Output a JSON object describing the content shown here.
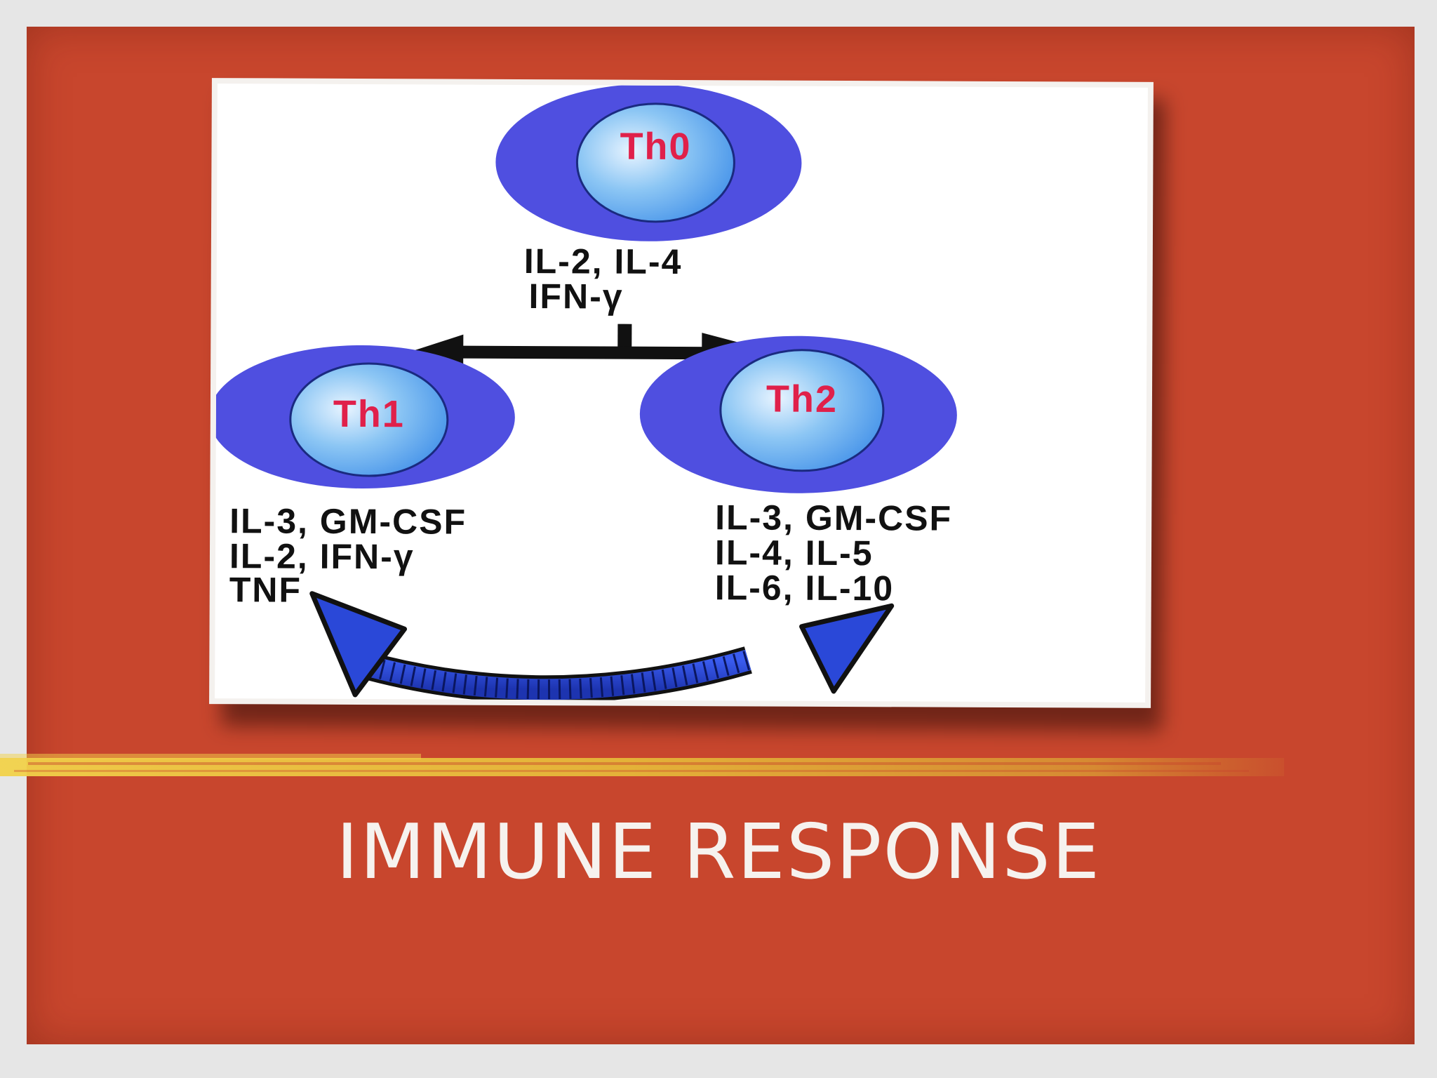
{
  "slide": {
    "title": "IMMUNE RESPONSE",
    "colors": {
      "background": "#e6e6e6",
      "panel": "#c8462d",
      "accent_streak": "#e8c43a",
      "title_text": "#f6f2ee"
    }
  },
  "diagram": {
    "cells": [
      {
        "id": "th0",
        "label": "Th0",
        "outer_color": "#4f4fe0",
        "inner_color": "#5aa8f0",
        "label_color": "#e0204a"
      },
      {
        "id": "th1",
        "label": "Th1",
        "outer_color": "#4f4fe0",
        "inner_color": "#5aa8f0",
        "label_color": "#e0204a"
      },
      {
        "id": "th2",
        "label": "Th2",
        "outer_color": "#4f4fe0",
        "inner_color": "#5aa8f0",
        "label_color": "#e0204a"
      }
    ],
    "th0_cytokines": [
      "IL-2, IL-4",
      "IFN-γ"
    ],
    "th1_cytokines": [
      "IL-3, GM-CSF",
      "IL-2, IFN-γ",
      "TNF"
    ],
    "th2_cytokines": [
      "IL-3, GM-CSF",
      "IL-4, IL-5",
      "IL-6, IL-10"
    ],
    "arrows": {
      "branch_color": "#111111",
      "cross_regulation_color": "#2a48d8"
    }
  }
}
